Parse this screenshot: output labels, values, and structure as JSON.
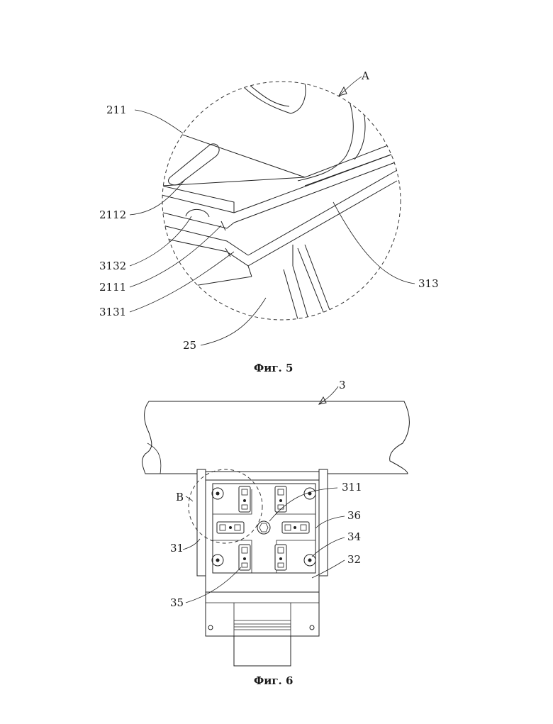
{
  "figures": [
    {
      "caption": "Фиг. 5",
      "detail_marker": "A",
      "labels": [
        "211",
        "2112",
        "3132",
        "2111",
        "3131",
        "25",
        "313"
      ]
    },
    {
      "caption": "Фиг. 6",
      "detail_marker": "B",
      "labels": [
        "3",
        "311",
        "36",
        "34",
        "32",
        "31",
        "35"
      ]
    }
  ]
}
